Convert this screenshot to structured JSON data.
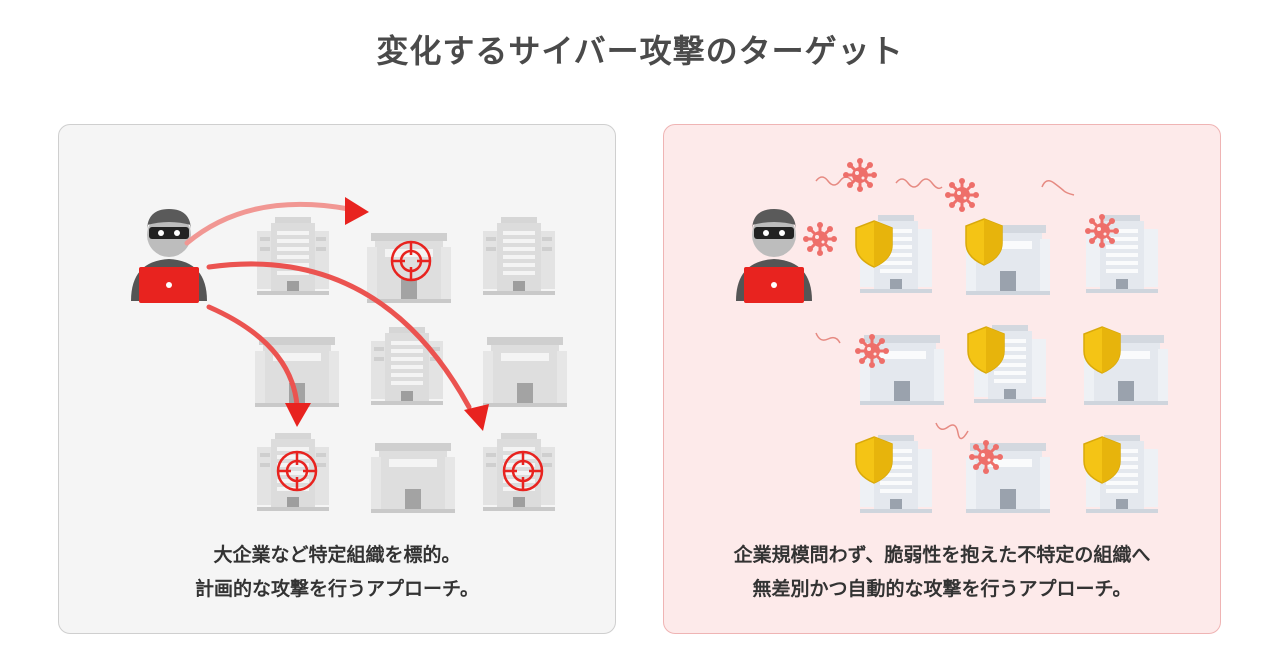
{
  "title": "変化するサイバー攻撃のターゲット",
  "left_panel": {
    "caption_line1": "大企業など特定組織を標的。",
    "caption_line2": "計画的な攻撃を行うアプローチ。"
  },
  "right_panel": {
    "caption_line1": "企業規模問わず、脆弱性を抱えた不特定の組織へ",
    "caption_line2": "無差別かつ自動的な攻撃を行うアプローチ。"
  },
  "colors": {
    "attack_red": "#e8231f",
    "virus": "#ee6f6a",
    "shield": "#f4c415",
    "building_left": "#d9d9d9",
    "building_right": "#e2e6ec"
  }
}
